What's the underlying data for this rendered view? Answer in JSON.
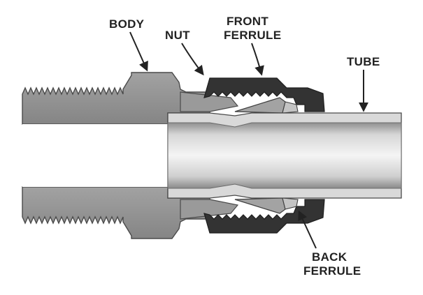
{
  "labels": {
    "body": "BODY",
    "nut": "NUT",
    "front_ferrule_line1": "FRONT",
    "front_ferrule_line2": "FERRULE",
    "tube": "TUBE",
    "back_ferrule_line1": "BACK",
    "back_ferrule_line2": "FERRULE"
  },
  "colors": {
    "background": "#ffffff",
    "body_metal": "#8d8d8d",
    "nut": "#333333",
    "ferrule": "#9a9a9a",
    "tube_light": "#f2f2f2",
    "tube_mid": "#cfcfcf",
    "tube_dark": "#8f8f8f",
    "outline": "#4a4a4a",
    "text": "#222222"
  },
  "icons": {
    "arrow": "arrow-icon"
  }
}
